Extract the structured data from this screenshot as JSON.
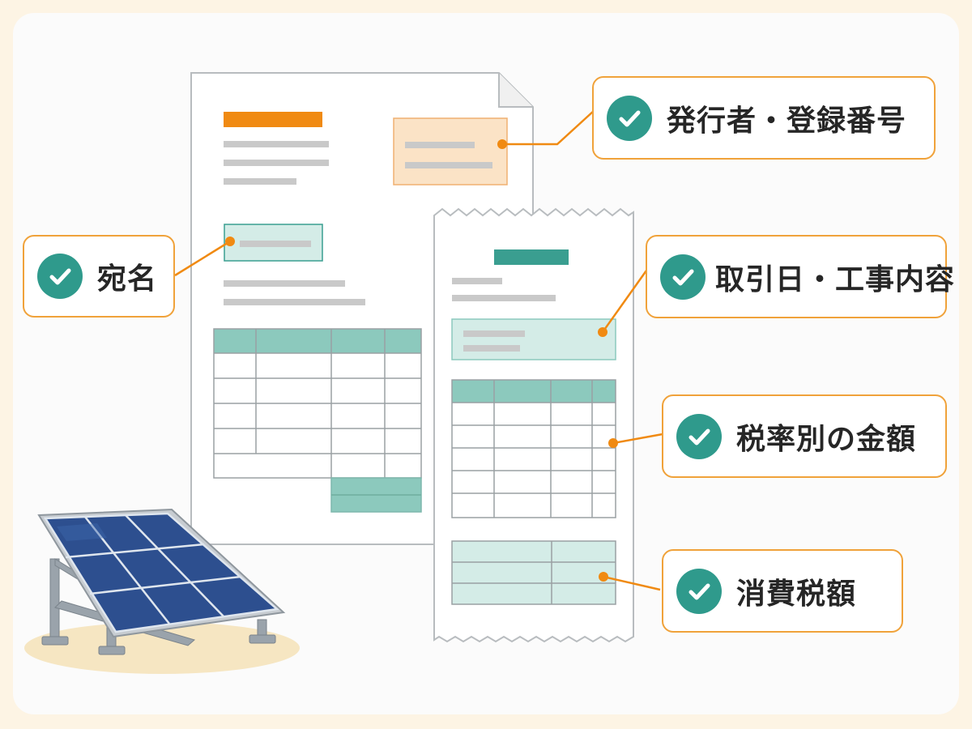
{
  "callouts": {
    "issuer": "発行者・登録番号",
    "recipient": "宛名",
    "transaction": "取引日・工事内容",
    "tax_rate_amount": "税率別の金額",
    "consumption_tax": "消費税額"
  },
  "colors": {
    "accent_orange": "#f0a23a",
    "check_teal": "#2f9a8c",
    "table_teal": "#8cc9bd",
    "panel_blue": "#2d4f8f"
  },
  "icons": {
    "check": "check-circle-icon",
    "solar": "solar-panel-icon"
  }
}
